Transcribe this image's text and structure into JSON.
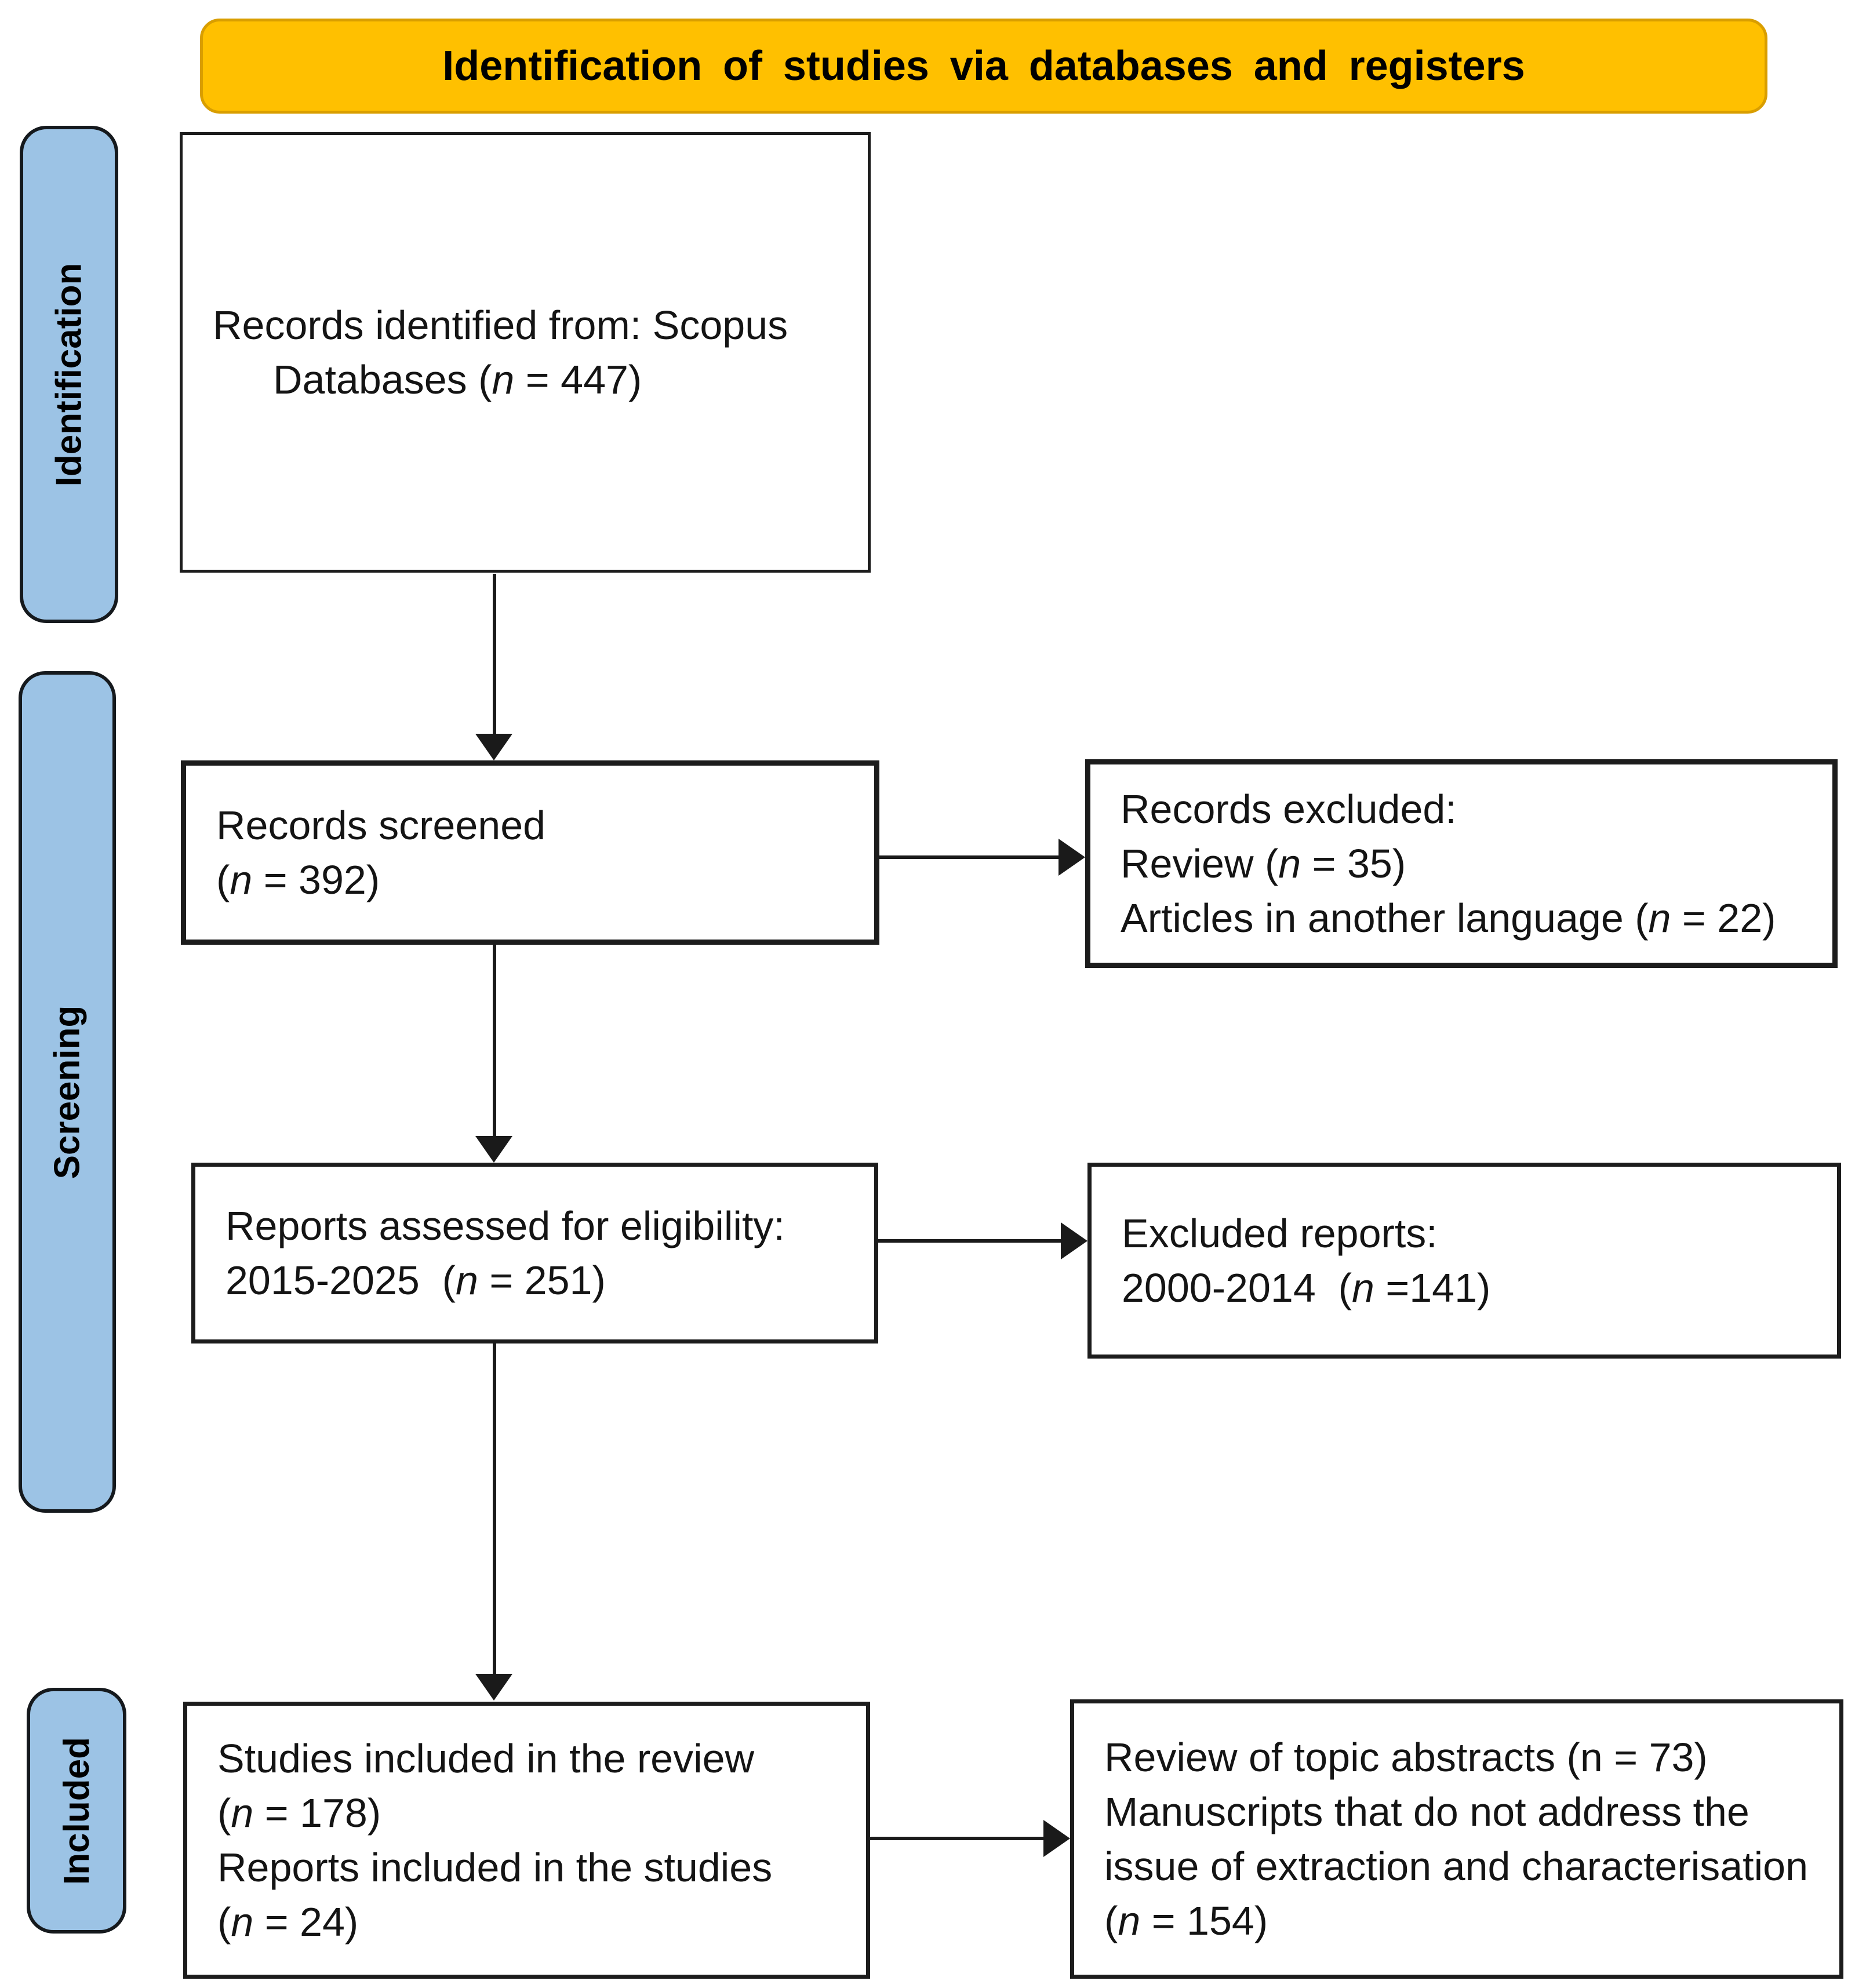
{
  "colors": {
    "bannerFill": "#FFC000",
    "bannerBorder": "#D99E00",
    "stageFill": "#9CC3E5",
    "ink": "#1A1A1A",
    "boxBg": "#FFFFFF"
  },
  "banner": {
    "label": "Identification of studies via databases and registers"
  },
  "stages": [
    {
      "label": "Identification"
    },
    {
      "label": "Screening"
    },
    {
      "label": "Included"
    }
  ],
  "boxes": {
    "identified": {
      "lines": [
        {
          "segs": [
            [
              "Records identified from: Scopus",
              0
            ]
          ]
        },
        {
          "indent": 1,
          "segs": [
            [
              "Databases (",
              0
            ],
            [
              "n",
              1
            ],
            [
              " = 447)",
              0
            ]
          ]
        }
      ]
    },
    "screened": {
      "lines": [
        {
          "segs": [
            [
              "Records screened",
              0
            ]
          ]
        },
        {
          "segs": [
            [
              "(",
              0
            ],
            [
              "n",
              1
            ],
            [
              " = 392)",
              0
            ]
          ]
        }
      ]
    },
    "assessed": {
      "lines": [
        {
          "segs": [
            [
              "Reports assessed for eligibility:",
              0
            ]
          ]
        },
        {
          "segs": [
            [
              "2015-2025  (",
              0
            ],
            [
              "n",
              1
            ],
            [
              " = 251)",
              0
            ]
          ]
        }
      ]
    },
    "included_studies": {
      "lines": [
        {
          "segs": [
            [
              "Studies included in the review",
              0
            ]
          ]
        },
        {
          "segs": [
            [
              "(",
              0
            ],
            [
              "n",
              1
            ],
            [
              " = 178)",
              0
            ]
          ]
        },
        {
          "segs": [
            [
              "Reports included in the studies",
              0
            ]
          ]
        },
        {
          "segs": [
            [
              "(",
              0
            ],
            [
              "n",
              1
            ],
            [
              " = 24)",
              0
            ]
          ]
        }
      ]
    },
    "records_excluded": {
      "lines": [
        {
          "segs": [
            [
              "Records excluded:",
              0
            ]
          ]
        },
        {
          "segs": [
            [
              "Review (",
              0
            ],
            [
              "n",
              1
            ],
            [
              " = 35)",
              0
            ]
          ]
        },
        {
          "segs": [
            [
              "Articles in another language (",
              0
            ],
            [
              "n",
              1
            ],
            [
              " = 22)",
              0
            ]
          ]
        }
      ]
    },
    "excluded_reports": {
      "lines": [
        {
          "segs": [
            [
              "Excluded reports:",
              0
            ]
          ]
        },
        {
          "segs": [
            [
              "2000-2014  (",
              0
            ],
            [
              "n",
              1
            ],
            [
              " =141)",
              0
            ]
          ]
        }
      ]
    },
    "review_abstracts": {
      "lines": [
        {
          "segs": [
            [
              "Review of topic abstracts (n = 73)",
              0
            ]
          ]
        },
        {
          "segs": [
            [
              "Manuscripts that do not address the",
              0
            ]
          ]
        },
        {
          "segs": [
            [
              "issue of extraction and characterisation",
              0
            ]
          ]
        },
        {
          "segs": [
            [
              "(",
              0
            ],
            [
              "n",
              1
            ],
            [
              " = 154)",
              0
            ]
          ]
        }
      ]
    }
  },
  "flow": [
    {
      "from": "identified",
      "to": "screened"
    },
    {
      "from": "screened",
      "to": "records_excluded"
    },
    {
      "from": "screened",
      "to": "assessed"
    },
    {
      "from": "assessed",
      "to": "excluded_reports"
    },
    {
      "from": "assessed",
      "to": "included_studies"
    },
    {
      "from": "included_studies",
      "to": "review_abstracts"
    }
  ]
}
